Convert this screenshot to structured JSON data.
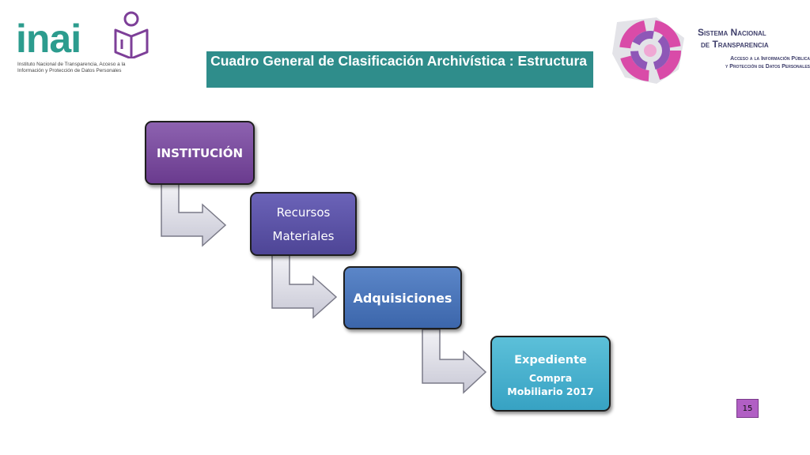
{
  "header": {
    "org_logo": {
      "name": "inai",
      "tagline": "Instituto Nacional de Transparencia, Acceso a la Información y Protección de Datos Personales"
    },
    "title": "Cuadro General de Clasificación Archivística : Estructura",
    "system_logo": {
      "title_line1": "Sistema Nacional",
      "title_line2": "de Transparencia",
      "subtitle_line1": "Acceso a la Información Pública",
      "subtitle_line2": "y Protección de Datos Personales"
    }
  },
  "diagram": {
    "nodes": [
      {
        "label": "INSTITUCIÓN"
      },
      {
        "label_line1": "Recursos",
        "label_line2": "Materiales"
      },
      {
        "label": "Adquisiciones"
      },
      {
        "label": "Expediente",
        "sub_line1": "Compra",
        "sub_line2": "Mobiliario 2017"
      }
    ]
  },
  "page_number": "15",
  "colors": {
    "teal": "#2f8d8b",
    "institucion": "#7b4fa0",
    "recursos": "#5d55a8",
    "adquisiciones": "#4a76bc",
    "expediente": "#47b2cf",
    "page_badge": "#b15fc4"
  }
}
